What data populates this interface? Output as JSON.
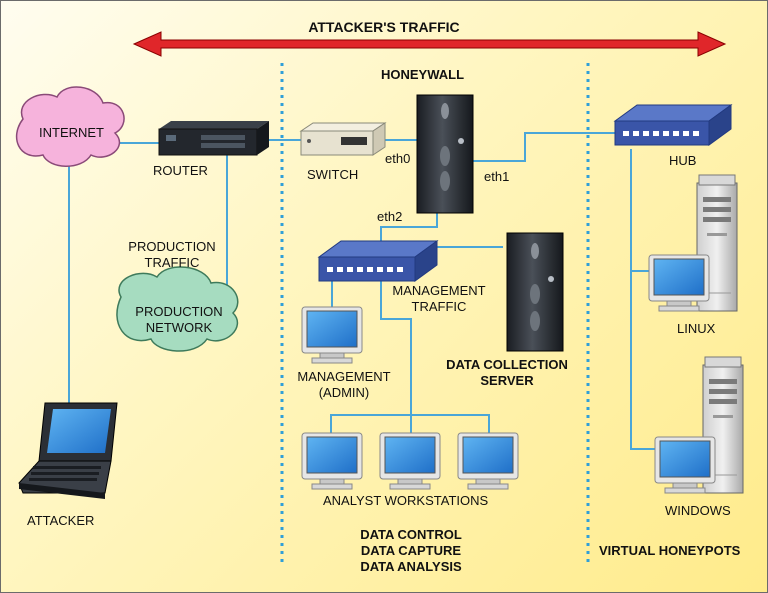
{
  "top_arrow": {
    "label": "ATTACKER'S TRAFFIC",
    "color": "#e0262a"
  },
  "sections": {
    "honeywall": "HONEYWALL",
    "data_control": [
      "DATA CONTROL",
      "DATA CAPTURE",
      "DATA ANALYSIS"
    ],
    "virtual_honeypots": "VIRTUAL HONEYPOTS"
  },
  "nodes": {
    "internet": "INTERNET",
    "router": "ROUTER",
    "switch": "SWITCH",
    "eth0": "eth0",
    "eth1": "eth1",
    "eth2": "eth2",
    "hub": "HUB",
    "linux": "LINUX",
    "windows": "WINDOWS",
    "production_traffic": [
      "PRODUCTION",
      "TRAFFIC"
    ],
    "production_network": [
      "PRODUCTION",
      "NETWORK"
    ],
    "management_traffic": [
      "MANAGEMENT",
      "TRAFFIC"
    ],
    "data_collection_server": [
      "DATA COLLECTION",
      "SERVER"
    ],
    "management_admin": [
      "MANAGEMENT",
      "(ADMIN)"
    ],
    "analyst_workstations": "ANALYST WORKSTATIONS",
    "attacker": "ATTACKER"
  },
  "colors": {
    "link": "#4aa6d8",
    "divider": "#2f9fd8",
    "internet_cloud": "#f6b3dc",
    "production_cloud": "#a6dcc0",
    "hub_blue": "#3a55a8",
    "screen_blue": "#2f8ee0"
  }
}
